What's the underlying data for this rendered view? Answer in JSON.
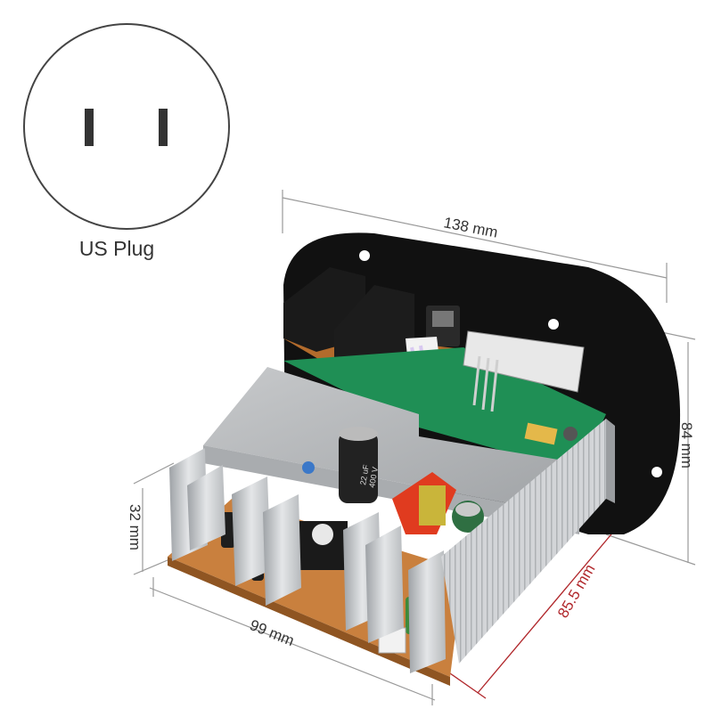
{
  "plug": {
    "label": "US Plug",
    "icon": "us-plug-icon"
  },
  "dimensions": {
    "width": "138 mm",
    "height": "84 mm",
    "thickness": "32 mm",
    "depth": "99 mm",
    "side_length": "85.5 mm"
  },
  "component_markings": {
    "main_capacitor": [
      "22 uF",
      "400 V"
    ]
  },
  "colors": {
    "dimension_line": "#999999",
    "side_dimension": "#b0262a",
    "pcb": "#c9803e",
    "plate": "#111111",
    "heatsink": "#d6d8da",
    "green_board": "#1f8f55"
  }
}
